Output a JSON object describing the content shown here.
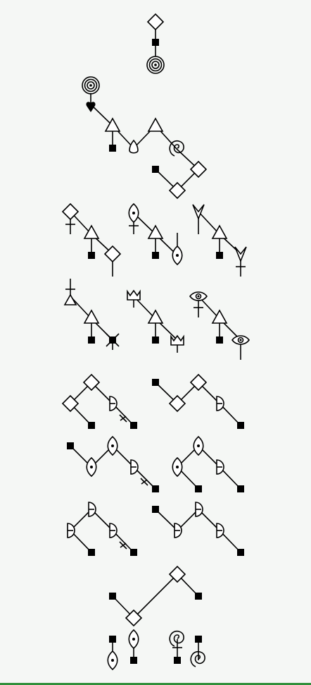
{
  "colors": {
    "background": "#f5f7f5",
    "ink": "#000000",
    "bottom_bar": "#2f8f3a"
  },
  "diagram": {
    "description_free": true,
    "groups": [
      {
        "id": "g1",
        "symbols": [
          "diamond",
          "square",
          "concentric-circle"
        ]
      },
      {
        "id": "g2",
        "symbols": [
          "concentric-circle",
          "heart",
          "triangle",
          "square",
          "flame",
          "triangle",
          "spiral",
          "square",
          "diamond",
          "diamond"
        ]
      },
      {
        "id": "g3",
        "symbols": [
          "diamond-cross",
          "triangle",
          "square",
          "diamond"
        ]
      },
      {
        "id": "g4",
        "symbols": [
          "almond-cross",
          "triangle",
          "square",
          "almond"
        ]
      },
      {
        "id": "g5",
        "symbols": [
          "arrowhead",
          "triangle",
          "square",
          "arrowhead-cross"
        ]
      },
      {
        "id": "g6",
        "symbols": [
          "cross-arrow",
          "triangle",
          "square",
          "x-cross"
        ]
      },
      {
        "id": "g7",
        "symbols": [
          "crown",
          "triangle",
          "square",
          "crown"
        ]
      },
      {
        "id": "g8",
        "symbols": [
          "eye-cross",
          "triangle",
          "square",
          "eye"
        ]
      },
      {
        "id": "g9",
        "symbols": [
          "diamond",
          "diamond",
          "square",
          "halfmoon",
          "square"
        ]
      },
      {
        "id": "g10",
        "symbols": [
          "square",
          "diamond",
          "diamond",
          "halfmoon",
          "square"
        ]
      },
      {
        "id": "g11",
        "symbols": [
          "square",
          "almond",
          "almond",
          "halfmoon",
          "square"
        ]
      },
      {
        "id": "g12",
        "symbols": [
          "almond",
          "almond",
          "square",
          "halfmoon",
          "square"
        ]
      },
      {
        "id": "g13",
        "symbols": [
          "halfmoon",
          "halfmoon",
          "square",
          "halfmoon",
          "square"
        ]
      },
      {
        "id": "g14",
        "symbols": [
          "square",
          "halfmoon",
          "halfmoon",
          "halfmoon",
          "square"
        ]
      },
      {
        "id": "g15",
        "symbols": [
          "square",
          "diamond",
          "diamond",
          "square"
        ]
      },
      {
        "id": "g16",
        "symbols": [
          "square",
          "square",
          "almond",
          "almond"
        ]
      },
      {
        "id": "g17",
        "symbols": [
          "spiral",
          "square",
          "square",
          "spiral"
        ]
      }
    ]
  }
}
